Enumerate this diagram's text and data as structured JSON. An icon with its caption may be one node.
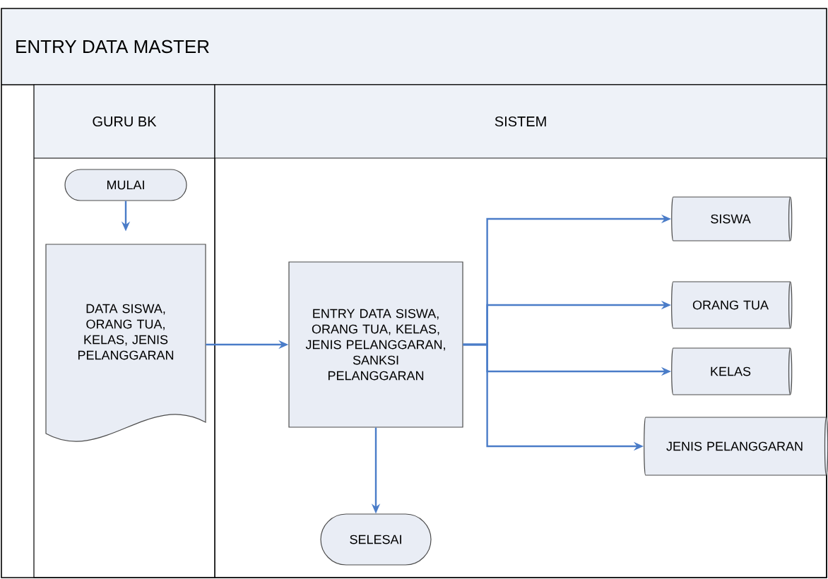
{
  "diagram": {
    "nodes": [
      {
        "text": [
          "ENTRY DATA MASTER"
        ]
      },
      {
        "text": [
          "GURU BK"
        ],
        "in": 0
      },
      {
        "text": [
          "SISTEM"
        ],
        "in": 0
      },
      {
        "text": [
          "MULAI"
        ],
        "in": 1
      },
      {
        "text": [
          "DATA SISWA, ORANG TUA, KELAS, JENIS PELANGGARAN"
        ],
        "in": 1
      },
      {
        "text": [
          "ENTRY DATA SISWA, ORANG TUA, KELAS, JENIS PELANGGARAN, SANKSI PELANGGARAN"
        ],
        "in": 2
      },
      {
        "text": [
          "SISWA"
        ],
        "in": 2
      },
      {
        "text": [
          "ORANG TUA"
        ],
        "in": 2
      },
      {
        "text": [
          "KELAS"
        ],
        "in": 2
      },
      {
        "text": [
          "JENIS PELANGGARAN"
        ],
        "in": 2
      },
      {
        "text": [
          "SELESAI"
        ],
        "in": 2
      }
    ],
    "edges": [
      {
        "from": 3,
        "to": 4,
        "arrow": "to"
      },
      {
        "from": 4,
        "to": 5,
        "arrow": "to"
      },
      {
        "from": 5,
        "to": 6,
        "arrow": "to"
      },
      {
        "from": 5,
        "to": 7,
        "arrow": "to"
      },
      {
        "from": 5,
        "to": 8,
        "arrow": "to"
      },
      {
        "from": 5,
        "to": 9,
        "arrow": "to"
      },
      {
        "from": 5,
        "to": 10,
        "arrow": "to"
      }
    ]
  }
}
